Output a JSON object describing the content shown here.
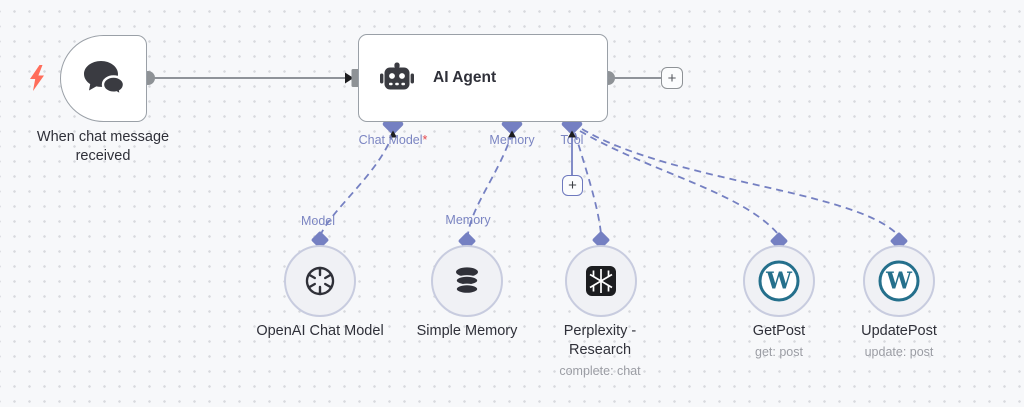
{
  "canvas": {
    "background": "#f7f8fa",
    "dot_color": "#d8dade"
  },
  "colors": {
    "node_border": "#9aa0a7",
    "wire_gray": "#8f9399",
    "connector_purple": "#7580c2",
    "label_purple": "#7b85c2",
    "required_red": "#e5484d",
    "trigger_bolt": "#ff6d5a",
    "wordpress_brand": "#25708c",
    "icon_dark": "#3a3b41"
  },
  "trigger": {
    "label": "When chat message received",
    "icon": "chat-bubbles-icon"
  },
  "agent": {
    "title": "AI Agent",
    "icon": "robot-icon",
    "add_output_label": "+",
    "inputs": {
      "chat_model": {
        "label": "Chat Model",
        "required_marker": "*"
      },
      "memory": {
        "label": "Memory"
      },
      "tool": {
        "label": "Tool",
        "add_label": "+"
      }
    }
  },
  "wire_labels": {
    "model": "Model",
    "memory": "Memory"
  },
  "sub_nodes": {
    "openai": {
      "name": "OpenAI Chat Model",
      "icon": "openai-icon"
    },
    "memory": {
      "name": "Simple Memory",
      "icon": "database-icon"
    },
    "perplexity": {
      "name": "Perplexity - Research",
      "subtitle": "complete: chat",
      "icon": "perplexity-icon"
    },
    "getpost": {
      "name": "GetPost",
      "subtitle": "get: post",
      "icon": "wordpress-icon"
    },
    "updatepost": {
      "name": "UpdatePost",
      "subtitle": "update: post",
      "icon": "wordpress-icon"
    }
  }
}
